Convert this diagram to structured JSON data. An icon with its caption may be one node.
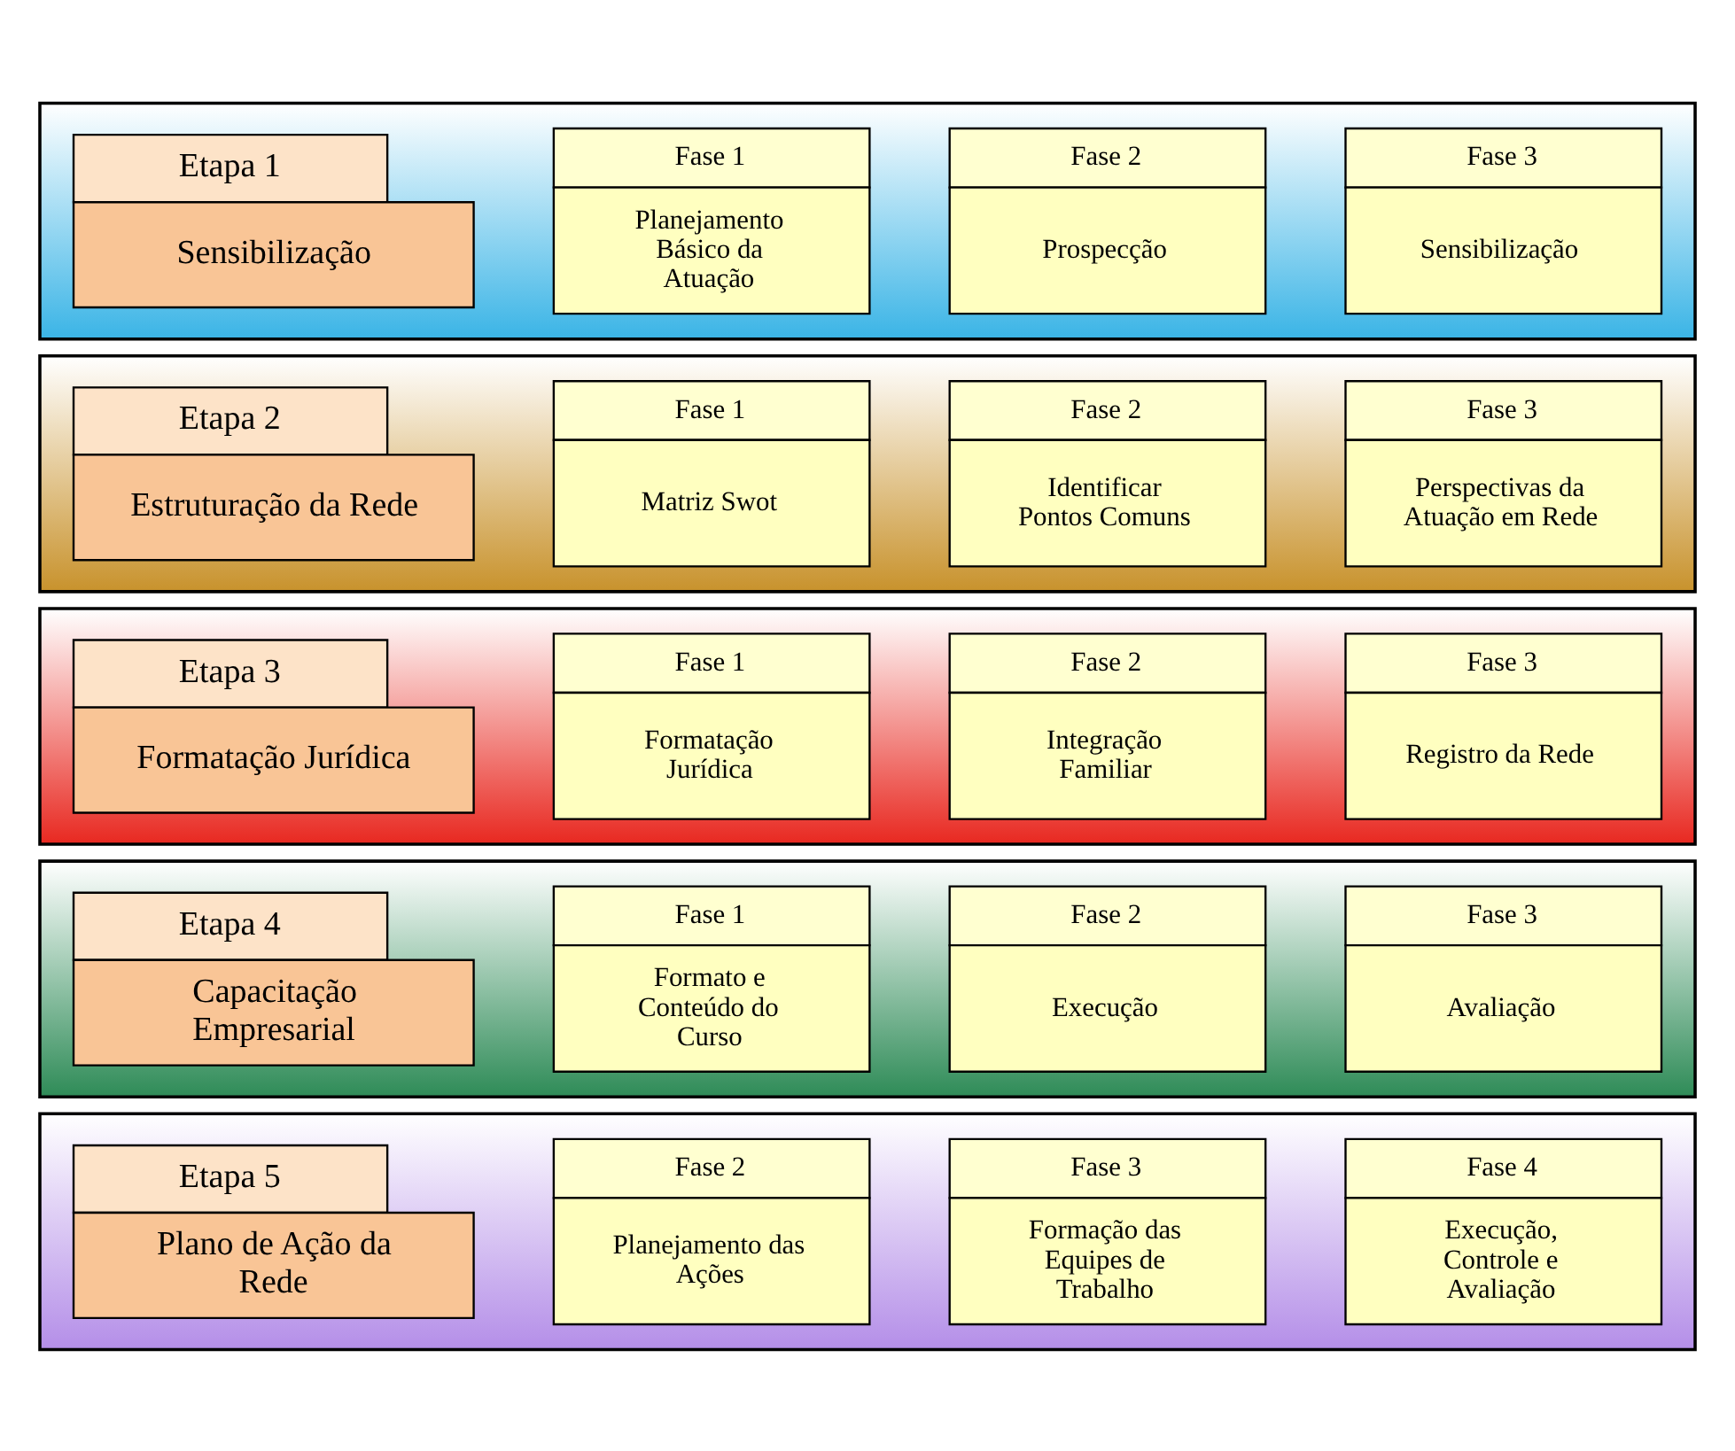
{
  "diagram": {
    "nodes": [
      {
        "text": [],
        "shape": "band"
      },
      {
        "text": [
          "Etapa 1",
          "Sensibilização"
        ],
        "in": 0
      },
      {
        "text": [
          "Fase 1",
          "Planejamento Básico da Atuação"
        ],
        "in": 0
      },
      {
        "text": [
          "Fase 2",
          "Prospecção"
        ],
        "in": 0
      },
      {
        "text": [
          "Fase 3",
          "Sensibilização"
        ],
        "in": 0
      },
      {
        "text": [],
        "shape": "band"
      },
      {
        "text": [
          "Etapa 2",
          "Estruturação da Rede"
        ],
        "in": 5
      },
      {
        "text": [
          "Fase 1",
          "Matriz Swot"
        ],
        "in": 5
      },
      {
        "text": [
          "Fase 2",
          "Identificar Pontos Comuns"
        ],
        "in": 5
      },
      {
        "text": [
          "Fase 3",
          "Perspectivas da Atuação em Rede"
        ],
        "in": 5
      },
      {
        "text": [],
        "shape": "band"
      },
      {
        "text": [
          "Etapa 3",
          "Formatação Jurídica"
        ],
        "in": 10
      },
      {
        "text": [
          "Fase 1",
          "Formatação Jurídica"
        ],
        "in": 10
      },
      {
        "text": [
          "Fase 2",
          "Integração Familiar"
        ],
        "in": 10
      },
      {
        "text": [
          "Fase 3",
          "Registro da Rede"
        ],
        "in": 10
      },
      {
        "text": [],
        "shape": "band"
      },
      {
        "text": [
          "Etapa 4",
          "Capacitação Empresarial"
        ],
        "in": 15
      },
      {
        "text": [
          "Fase 1",
          "Formato e Conteúdo do Curso"
        ],
        "in": 15
      },
      {
        "text": [
          "Fase 2",
          "Execução"
        ],
        "in": 15
      },
      {
        "text": [
          "Fase 3",
          "Avaliação"
        ],
        "in": 15
      },
      {
        "text": [],
        "shape": "band"
      },
      {
        "text": [
          "Etapa 5",
          "Plano de Ação da Rede"
        ],
        "in": 20
      },
      {
        "text": [
          "Fase 2",
          "Planejamento das Ações"
        ],
        "in": 20
      },
      {
        "text": [
          "Fase 3",
          "Formação das Equipes de Trabalho"
        ],
        "in": 20
      },
      {
        "text": [
          "Fase 4",
          "Execução, Controle e Avaliação"
        ],
        "in": 20
      }
    ],
    "edges": []
  }
}
